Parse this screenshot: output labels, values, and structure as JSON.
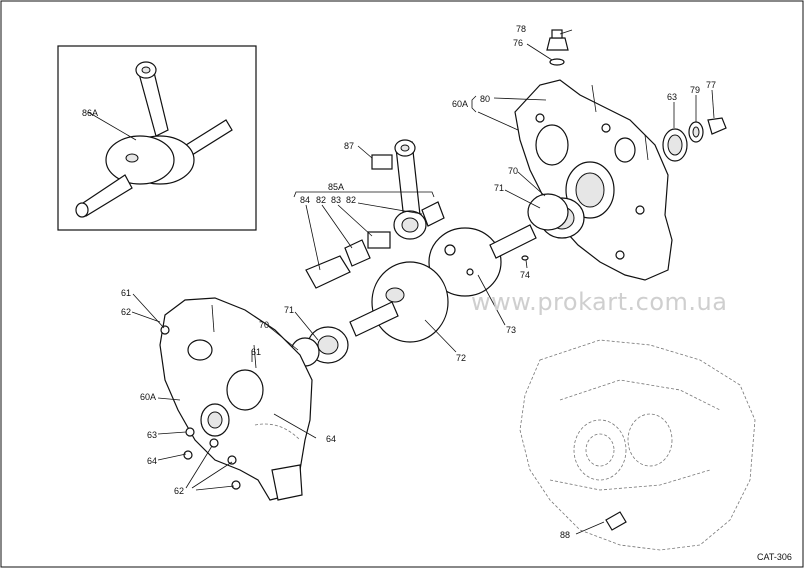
{
  "labels": {
    "l86A": "86A",
    "l87": "87",
    "l85A": "85A",
    "l84": "84",
    "l82a": "82",
    "l83": "83",
    "l82b": "82",
    "l78": "78",
    "l76": "76",
    "l60Atop": "60A",
    "l80": "80",
    "l63r": "63",
    "l79": "79",
    "l77": "77",
    "l70r": "70",
    "l71r": "71",
    "l74": "74",
    "l73": "73",
    "l72": "72",
    "l71l": "71",
    "l70l": "70",
    "l61a": "61",
    "l62a": "62",
    "l61b": "61",
    "l60Aleft": "60A",
    "l63l": "63",
    "l64a": "64",
    "l64b": "64",
    "l62b": "62",
    "l88": "88"
  },
  "watermark": "www.prokart.com.ua",
  "catalog_code": "CAT-306"
}
